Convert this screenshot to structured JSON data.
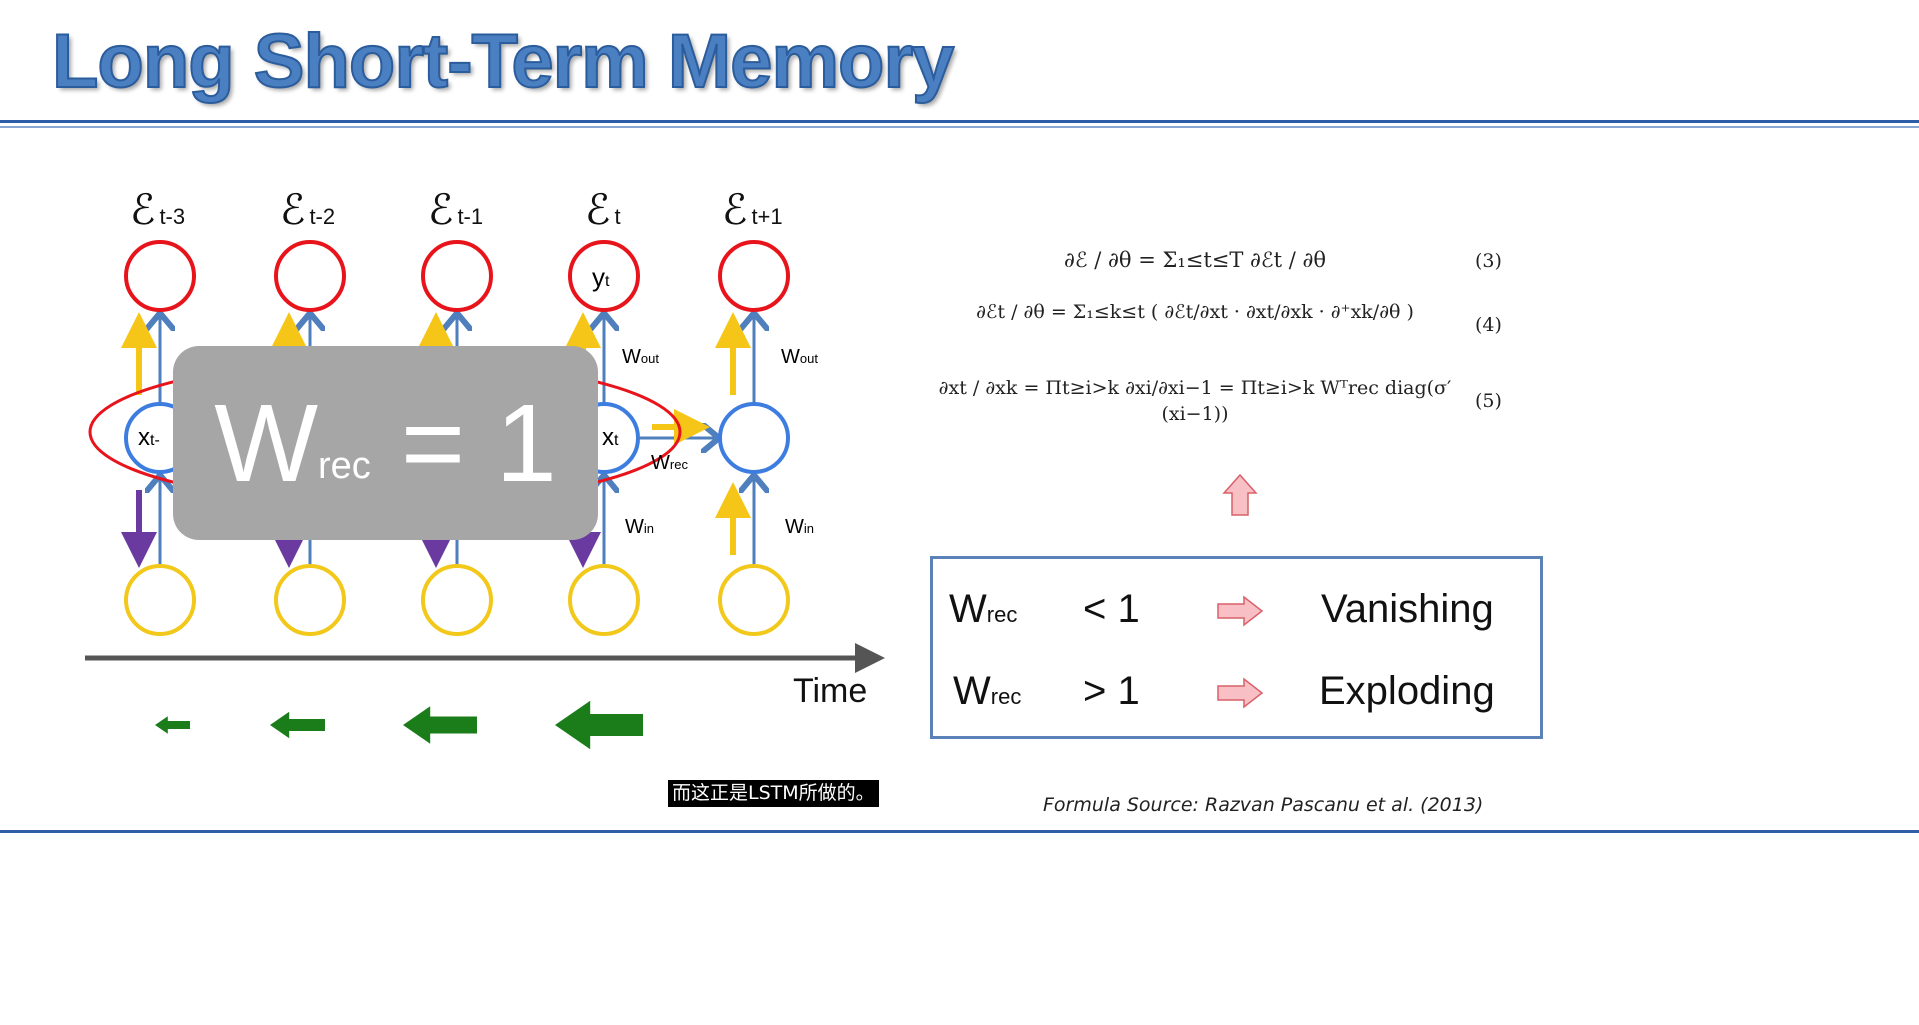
{
  "title": "Long Short-Term Memory",
  "diagram": {
    "error_symbol": "ℰ",
    "error_labels": [
      "t-3",
      "t-2",
      "t-1",
      "t",
      "t+1"
    ],
    "output_label": "y",
    "output_sub": "t",
    "hidden_labels": [
      {
        "main": "x",
        "sub": "t-"
      },
      {
        "main": "x",
        "sub": "t"
      }
    ],
    "w_out": {
      "main": "W",
      "sub": "out"
    },
    "w_in": {
      "main": "W",
      "sub": "in"
    },
    "w_rec": {
      "main": "W",
      "sub": "rec"
    },
    "time_label": "Time",
    "colors": {
      "output": "#e8141b",
      "hidden": "#3e7de0",
      "input": "#f2c81a",
      "weights": "#4f7fbd",
      "forward": "#f5c518",
      "backward": "#6a3aa0",
      "gradient": "#1a7d1a"
    }
  },
  "overlay": {
    "main": "W",
    "sub": "rec",
    "rest": "= 1"
  },
  "equations": [
    {
      "lhs": "∂ℰ / ∂θ",
      "rhs": "= Σ₁≤t≤T ∂ℰt / ∂θ",
      "number": "(3)"
    },
    {
      "lhs": "∂ℰt / ∂θ",
      "rhs": "= Σ₁≤k≤t ( ∂ℰt/∂xt · ∂xt/∂xk · ∂⁺xk/∂θ )",
      "number": "(4)"
    },
    {
      "lhs": "∂xt / ∂xk",
      "rhs": "= Πt≥i>k ∂xi/∂xi−1 = Πt≥i>k Wᵀrec diag(σ′(xi−1))",
      "number": "(5)"
    }
  ],
  "conditions": [
    {
      "w": "W",
      "sub": "rec",
      "relation": "< 1",
      "result": "Vanishing"
    },
    {
      "w": "W",
      "sub": "rec",
      "relation": "> 1",
      "result": "Exploding"
    }
  ],
  "subtitle": "而这正是LSTM所做的。",
  "source": "Formula Source: Razvan Pascanu et al. (2013)"
}
